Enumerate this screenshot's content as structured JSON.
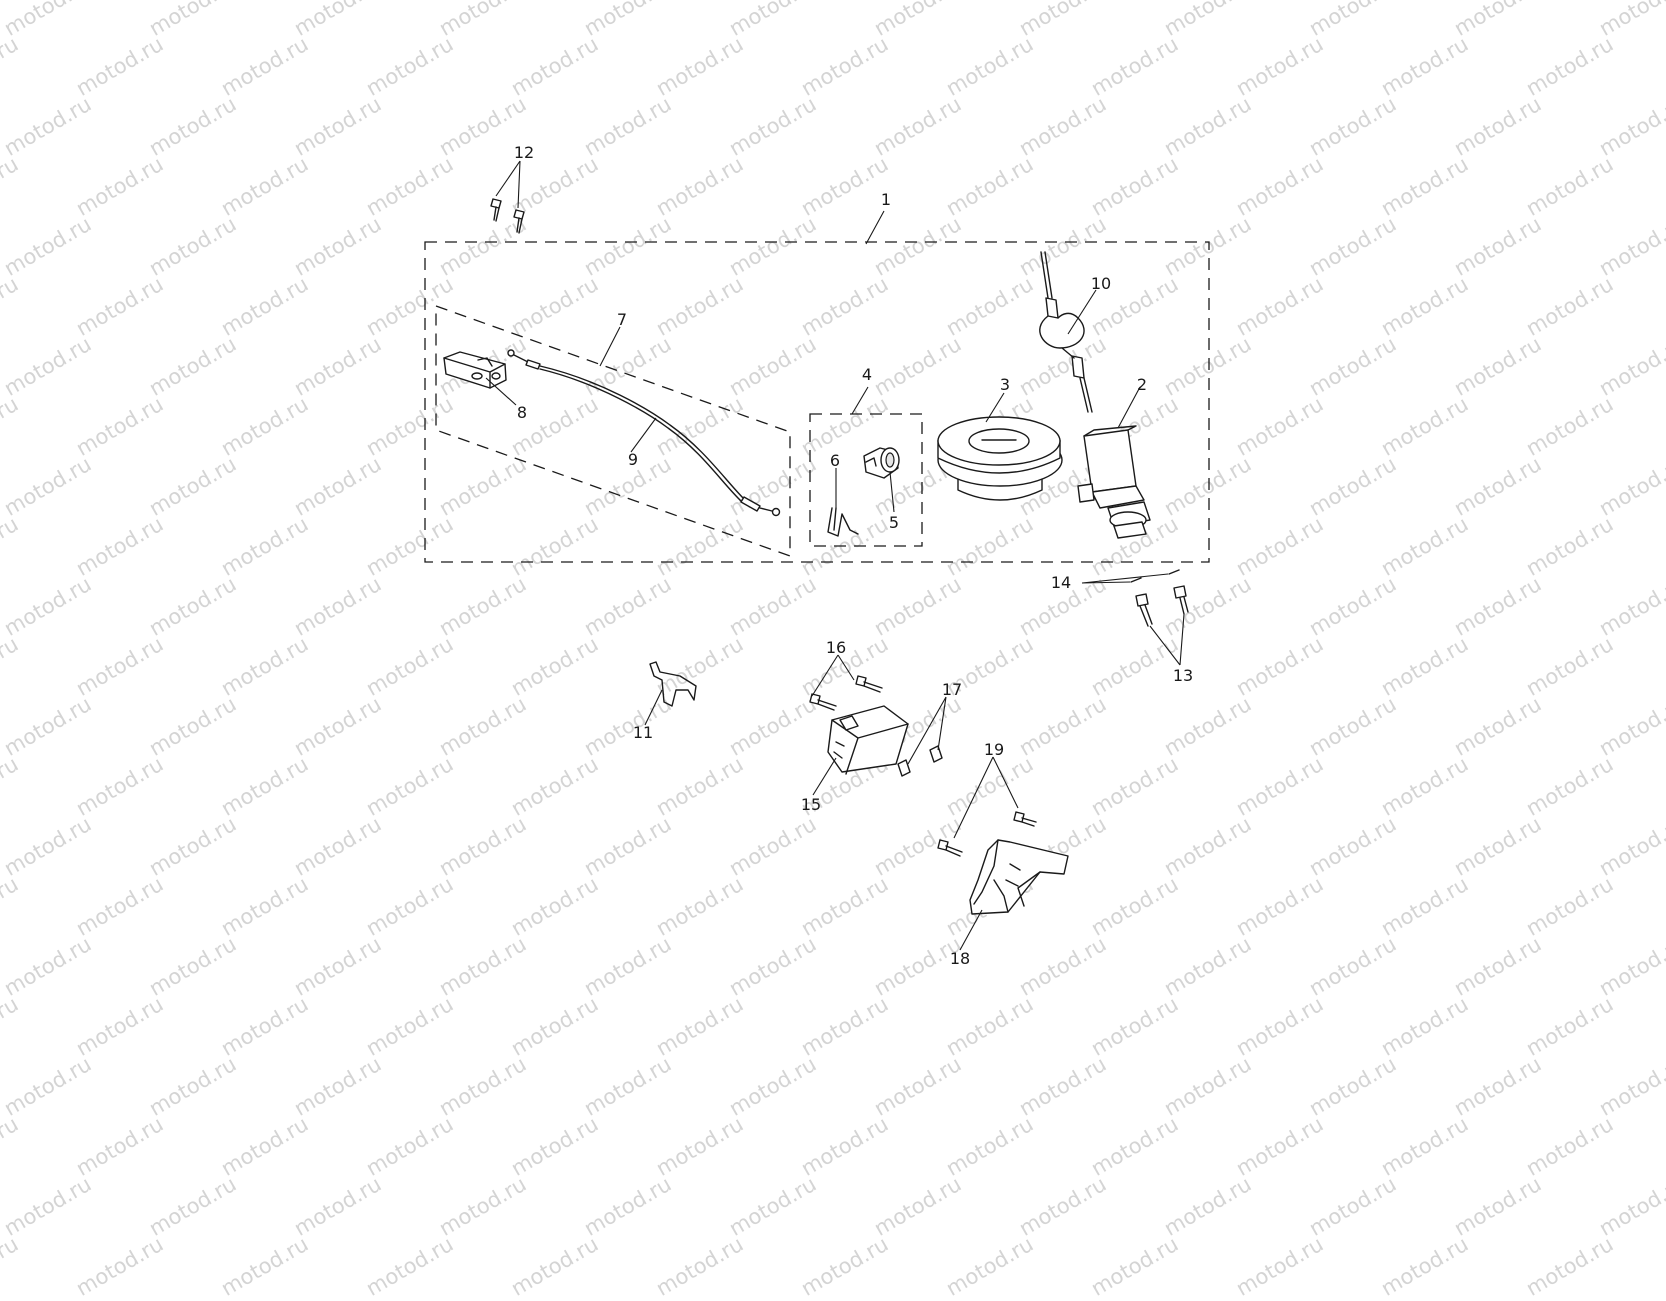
{
  "watermark": "motod.ru",
  "callouts": [
    "1",
    "2",
    "3",
    "4",
    "5",
    "6",
    "7",
    "8",
    "9",
    "10",
    "11",
    "12",
    "13",
    "14",
    "15",
    "16",
    "17",
    "18",
    "19"
  ]
}
